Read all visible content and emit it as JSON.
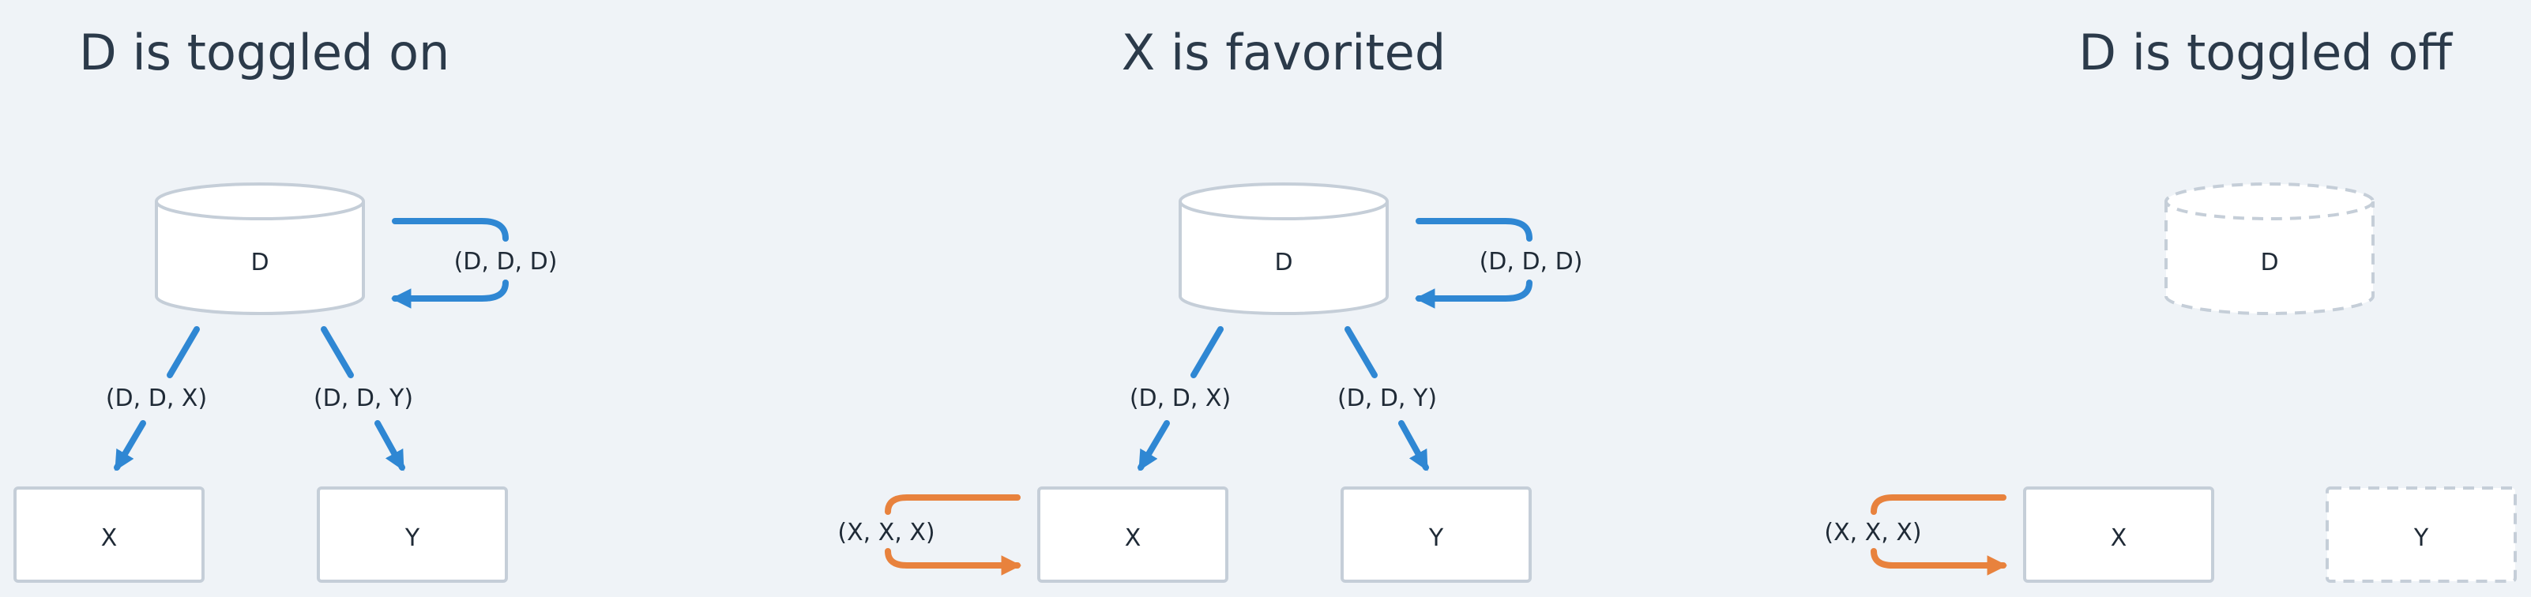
{
  "panels": [
    {
      "title": "D is toggled on",
      "store_label": "D",
      "store_state": "on",
      "self_loop_label": "(D, D, D)",
      "edge_x_label": "(D, D, X)",
      "edge_y_label": "(D, D, Y)",
      "node_x_label": "X",
      "node_y_label": "Y",
      "node_y_state": "on"
    },
    {
      "title": "X is favorited",
      "store_label": "D",
      "store_state": "on",
      "self_loop_label": "(D, D, D)",
      "edge_x_label": "(D, D, X)",
      "edge_y_label": "(D, D, Y)",
      "x_loop_label": "(X, X, X)",
      "node_x_label": "X",
      "node_y_label": "Y",
      "node_y_state": "on"
    },
    {
      "title": "D is toggled off",
      "store_label": "D",
      "store_state": "off",
      "x_loop_label": "(X, X, X)",
      "node_x_label": "X",
      "node_y_label": "Y",
      "node_y_state": "off"
    }
  ],
  "colors": {
    "background": "#eff3f7",
    "blue_arrow": "#2f87d3",
    "orange_arrow": "#e8823d",
    "node_border": "#c5ced8",
    "title_text": "#2b3a4a"
  }
}
